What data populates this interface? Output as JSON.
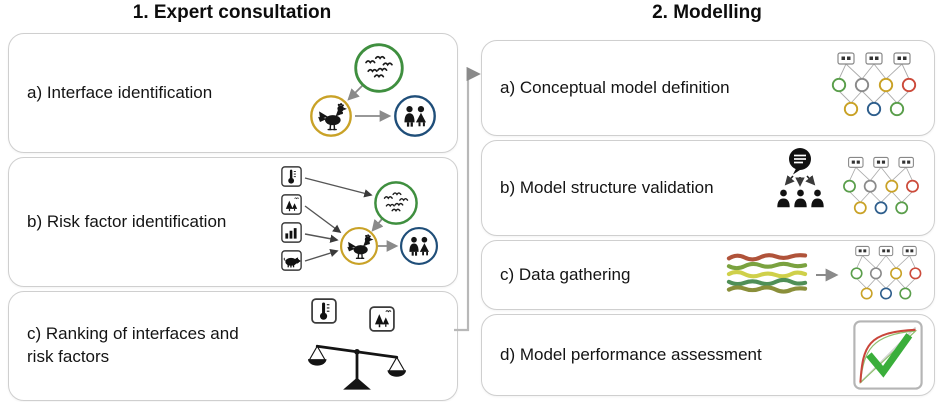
{
  "figure": {
    "left": {
      "title": "1. Expert consultation",
      "boxes": [
        {
          "label": "a) Interface identification"
        },
        {
          "label": "b) Risk factor identification"
        },
        {
          "label": "c) Ranking of interfaces and risk factors"
        }
      ]
    },
    "right": {
      "title": "2. Modelling",
      "boxes": [
        {
          "label": "a) Conceptual model definition"
        },
        {
          "label": "b) Model structure validation"
        },
        {
          "label": "c) Data gathering"
        },
        {
          "label": "d) Model performance assessment"
        }
      ]
    },
    "icons": {
      "wild_birds": "green circle with flock of wild birds",
      "poultry": "yellow circle with rooster",
      "humans": "blue circle with two people",
      "thermometer": "thermometer square tile",
      "environment": "trees square tile",
      "statistics": "bar chart square tile",
      "farm": "pig square tile",
      "balance_scale": "weighing scale",
      "network_model": "layered network of nodes",
      "expert_panel": "discussion bubble over three people",
      "data_streams": "colored wavy data ribbons",
      "roc_check": "ROC curve plot with green check mark"
    },
    "colors": {
      "wild_birds_ring": "#3f8f3f",
      "poultry_ring": "#c9a227",
      "humans_ring": "#1f4e79",
      "box_border": "#cfcfcf",
      "arrow_gray": "#8a8a8a",
      "connector_gray": "#b8b8b8",
      "roc_red": "#c9453a",
      "check_green": "#3aae3a",
      "node_red": "#cc4b3b"
    }
  }
}
